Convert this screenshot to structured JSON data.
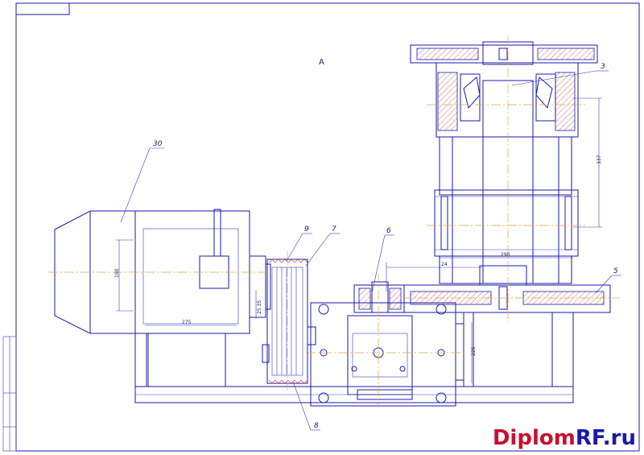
{
  "view_label": "A",
  "callouts": [
    {
      "id": "30",
      "text": "30"
    },
    {
      "id": "9",
      "text": "9"
    },
    {
      "id": "7",
      "text": "7"
    },
    {
      "id": "6",
      "text": "6"
    },
    {
      "id": "5",
      "text": "5"
    },
    {
      "id": "3",
      "text": "3"
    },
    {
      "id": "8",
      "text": "8"
    }
  ],
  "dimensions": {
    "motor_height": "190",
    "motor_length": "275",
    "motor_shaft": "25 35",
    "column_height": "337",
    "wheel_offset": "290",
    "pulley_offset": "24",
    "gearbox_height": "225"
  },
  "watermark": {
    "main": "Diplom",
    "suffix": "RF.ru"
  },
  "colors": {
    "line": "#1a1aa8",
    "axis": "#e8a040",
    "hatch": "#c03020",
    "brand_red": "#c8102e"
  }
}
